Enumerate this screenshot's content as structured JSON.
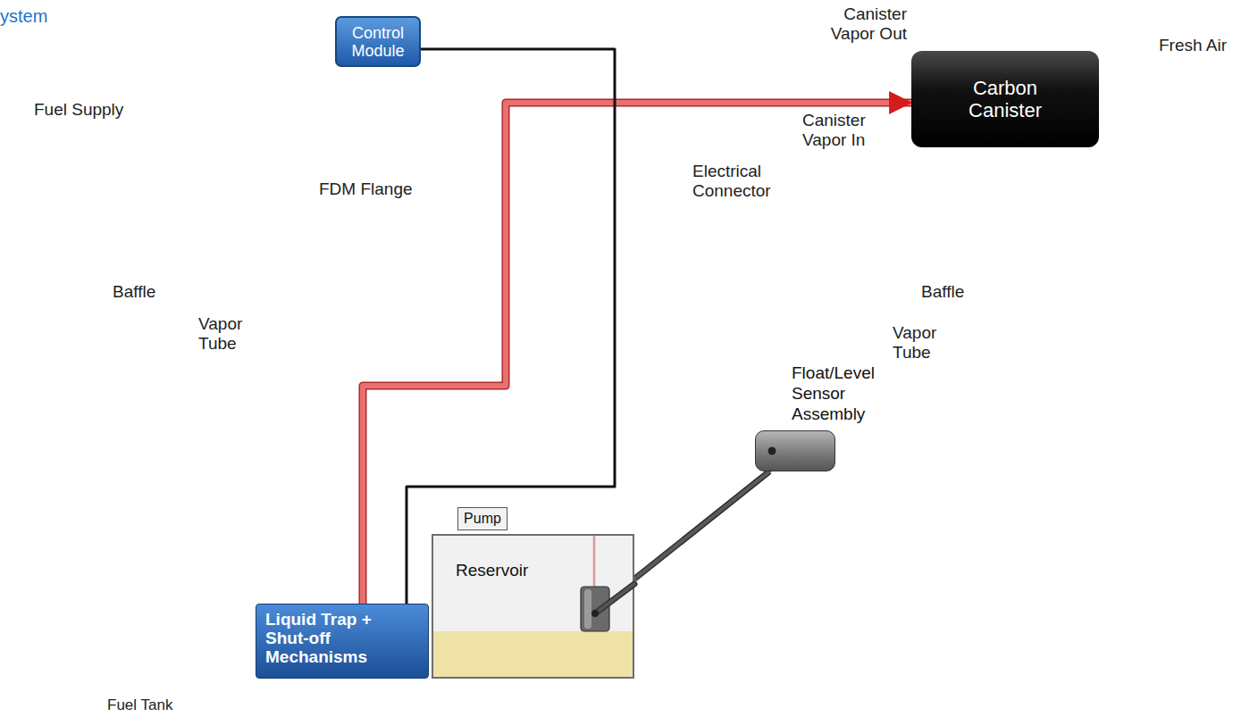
{
  "diagram": {
    "title": "ystem",
    "nodes": [
      {
        "text": [
          "Control Module"
        ]
      },
      {
        "text": [
          "Carbon Canister"
        ]
      },
      {
        "text": [
          "Fuel Tank"
        ]
      },
      {
        "text": [
          "Pump"
        ],
        "in": 2
      },
      {
        "text": [
          "Reservoir"
        ],
        "in": 2
      },
      {
        "text": [
          "Float/Level Sensor Assembly"
        ],
        "in": 2
      },
      {
        "text": [
          "Liquid Trap + Shut-off Mechanisms"
        ],
        "in": 2
      }
    ],
    "edges": [
      {
        "from": 6,
        "to": 1,
        "label": "Canister Vapor In",
        "arrow": "to"
      },
      {
        "from": 0,
        "to": 6,
        "arrow": "none"
      },
      {
        "from": 5,
        "to": 4,
        "arrow": "none"
      }
    ],
    "labels": [
      "Canister Vapor Out",
      "Fresh Air",
      "Fuel Supply",
      "FDM Flange",
      "Electrical Connector",
      "Baffle",
      "Baffle",
      "Vapor Tube",
      "Vapor Tube"
    ]
  }
}
